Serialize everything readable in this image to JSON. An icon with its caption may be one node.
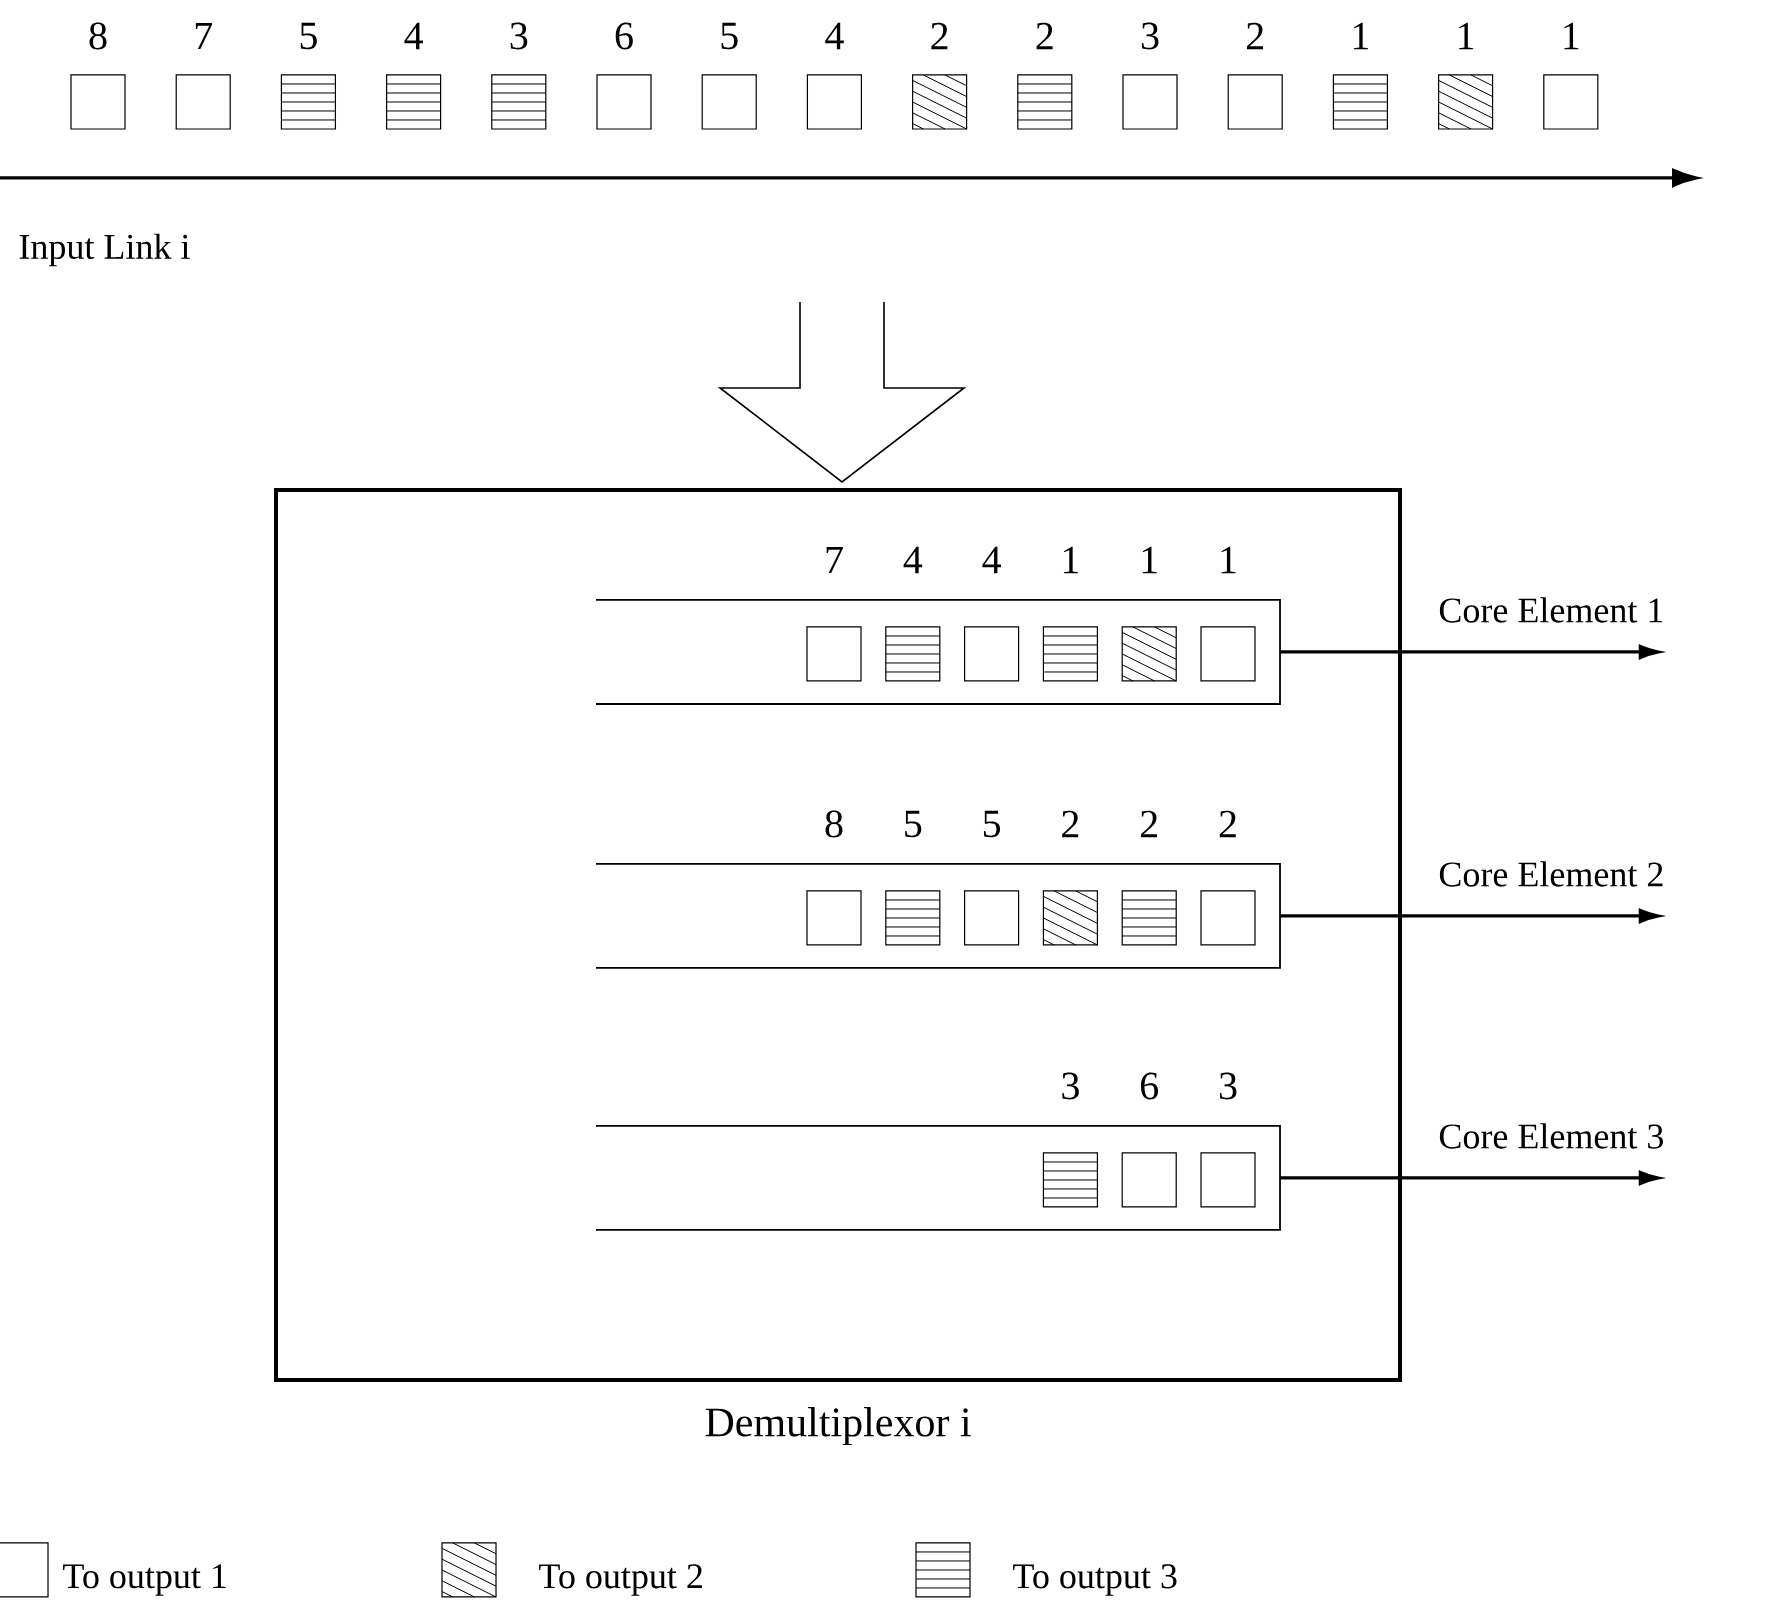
{
  "diagram": {
    "nodes": [
      {
        "text": [
          "8"
        ]
      },
      {
        "text": [
          "7"
        ]
      },
      {
        "text": [
          "5"
        ]
      },
      {
        "text": [
          "4"
        ]
      },
      {
        "text": [
          "3"
        ]
      },
      {
        "text": [
          "6"
        ]
      },
      {
        "text": [
          "5"
        ]
      },
      {
        "text": [
          "4"
        ]
      },
      {
        "text": [
          "2"
        ]
      },
      {
        "text": [
          "2"
        ]
      },
      {
        "text": [
          "3"
        ]
      },
      {
        "text": [
          "2"
        ]
      },
      {
        "text": [
          "1"
        ]
      },
      {
        "text": [
          "1"
        ]
      },
      {
        "text": [
          "1"
        ]
      },
      {
        "text": [
          "Demultiplexor i"
        ]
      },
      {
        "text": [],
        "shape": "box",
        "in": 15
      },
      {
        "text": [
          "7"
        ],
        "in": 16
      },
      {
        "text": [
          "4"
        ],
        "in": 16
      },
      {
        "text": [
          "4"
        ],
        "in": 16
      },
      {
        "text": [
          "1"
        ],
        "in": 16
      },
      {
        "text": [
          "1"
        ],
        "in": 16
      },
      {
        "text": [
          "1"
        ],
        "in": 16
      },
      {
        "text": [],
        "shape": "box",
        "in": 15
      },
      {
        "text": [
          "8"
        ],
        "in": 23
      },
      {
        "text": [
          "5"
        ],
        "in": 23
      },
      {
        "text": [
          "5"
        ],
        "in": 23
      },
      {
        "text": [
          "2"
        ],
        "in": 23
      },
      {
        "text": [
          "2"
        ],
        "in": 23
      },
      {
        "text": [
          "2"
        ],
        "in": 23
      },
      {
        "text": [],
        "shape": "box",
        "in": 15
      },
      {
        "text": [
          "3"
        ],
        "in": 30
      },
      {
        "text": [
          "6"
        ],
        "in": 30
      },
      {
        "text": [
          "3"
        ],
        "in": 30
      },
      {
        "text": [
          "Core Element 1"
        ]
      },
      {
        "text": [
          "Core Element 2"
        ]
      },
      {
        "text": [
          "Core Element 3"
        ]
      }
    ],
    "edges": [
      {
        "from": 16,
        "to": 34,
        "arrow": "to"
      },
      {
        "from": 23,
        "to": 35,
        "arrow": "to"
      },
      {
        "from": 30,
        "to": 36,
        "arrow": "to"
      }
    ],
    "labels": [
      "Input Link i"
    ],
    "legend": [
      {
        "text": "To output 1"
      },
      {
        "text": "To output 2"
      },
      {
        "text": "To output 3"
      }
    ]
  }
}
